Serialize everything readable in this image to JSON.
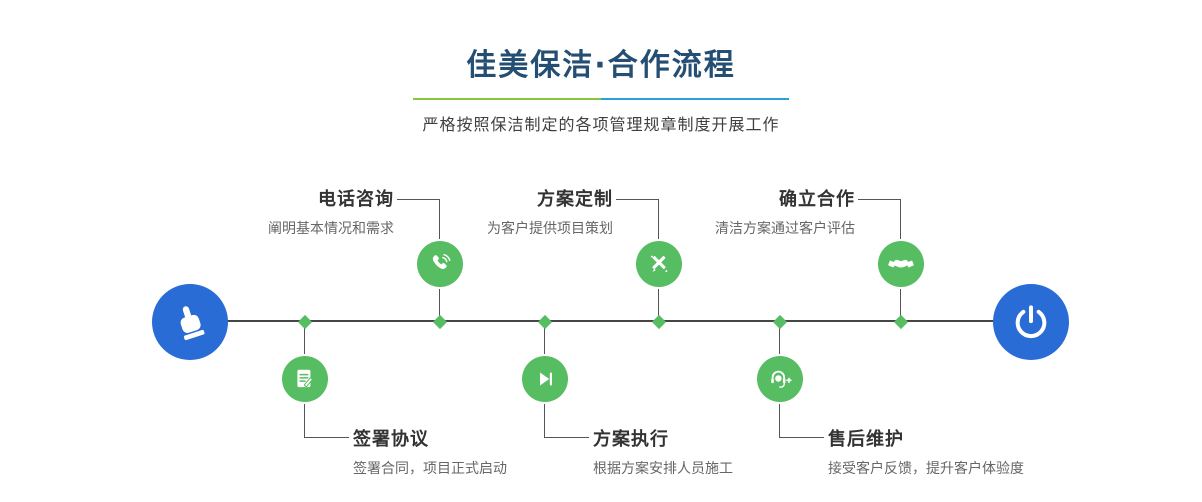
{
  "header": {
    "title": "佳美保洁·合作流程",
    "subtitle": "严格按照保洁制定的各项管理规章制度开展工作"
  },
  "colors": {
    "accent_green": "#57bd63",
    "accent_blue": "#2a6cd5",
    "divider_green": "#8cc63f",
    "divider_blue": "#2aa0d8",
    "title_navy": "#254e73"
  },
  "endpoints": {
    "start_icon": "hand-pointer-icon",
    "end_icon": "power-icon"
  },
  "steps_top": [
    {
      "title": "电话咨询",
      "desc": "阐明基本情况和需求",
      "icon": "phone-icon"
    },
    {
      "title": "方案定制",
      "desc": "为客户提供项目策划",
      "icon": "pencil-ruler-icon"
    },
    {
      "title": "确立合作",
      "desc": "清洁方案通过客户评估",
      "icon": "handshake-icon"
    }
  ],
  "steps_bottom": [
    {
      "title": "签署协议",
      "desc": "签署合同，项目正式启动",
      "icon": "contract-icon"
    },
    {
      "title": "方案执行",
      "desc": "根据方案安排人员施工",
      "icon": "play-icon"
    },
    {
      "title": "售后维护",
      "desc": "接受客户反馈，提升客户体验度",
      "icon": "headset-icon"
    }
  ]
}
